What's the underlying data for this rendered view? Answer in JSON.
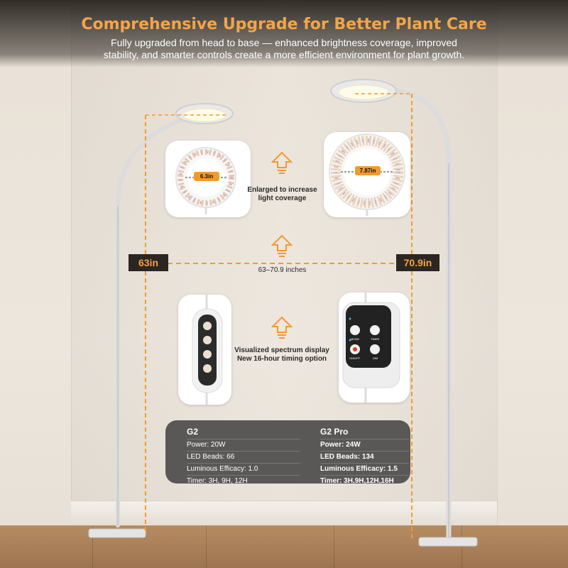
{
  "header": {
    "title": "Comprehensive Upgrade for Better Plant Care",
    "subtitle_line1": "Fully upgraded from head to base — enhanced brightness coverage, improved",
    "subtitle_line2": "stability, and smarter controls create a more efficient environment for plant growth."
  },
  "ring_comparison": {
    "small_diameter": "6.3in",
    "large_diameter": "7.87in",
    "caption_line1": "Enlarged to increase",
    "caption_line2": "light coverage"
  },
  "height_comparison": {
    "left_height": "63in",
    "right_height": "70.9in",
    "range_label": "63–70.9 inches"
  },
  "controller_comparison": {
    "caption_line1": "Visualized spectrum display",
    "caption_line2": "New 16-hour timing option",
    "pro_labels": [
      "MODE",
      "TIMER",
      "ON/OFF",
      "DIM"
    ]
  },
  "specs": {
    "models": [
      "G2",
      "G2 Pro"
    ],
    "g2": [
      "Power: 20W",
      "LED Beads: 66",
      "Luminous Efficacy: 1.0",
      "Timer: 3H, 9H, 12H"
    ],
    "g2_pro": [
      "Power: 24W",
      "LED Beads: 134",
      "Luminous Efficacy: 1.5",
      "Timer: 3H,9H,12H,16H"
    ]
  },
  "colors": {
    "accent_orange": "#f39a2e",
    "dark": "#2b2622",
    "title_orange": "#f2a54a"
  }
}
